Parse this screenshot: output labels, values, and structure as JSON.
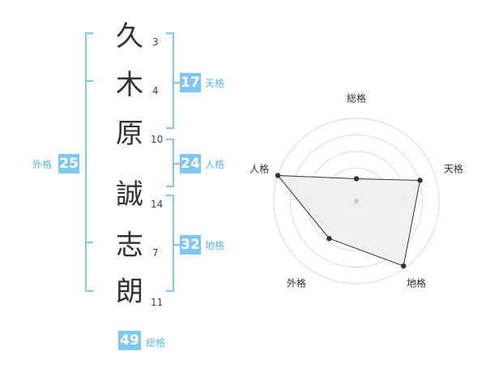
{
  "name": {
    "chars": [
      {
        "char": "久",
        "strokes": "3"
      },
      {
        "char": "木",
        "strokes": "4"
      },
      {
        "char": "原",
        "strokes": "10"
      },
      {
        "char": "誠",
        "strokes": "14"
      },
      {
        "char": "志",
        "strokes": "7"
      },
      {
        "char": "朗",
        "strokes": "11"
      }
    ]
  },
  "fortune": {
    "tenkaku": {
      "value": "17",
      "label": "天格"
    },
    "jinkaku": {
      "value": "24",
      "label": "人格"
    },
    "chikaku": {
      "value": "32",
      "label": "地格"
    },
    "gaikaku": {
      "value": "25",
      "label": "外格"
    },
    "soukaku": {
      "value": "49",
      "label": "総格"
    }
  },
  "colors": {
    "accent": "#7cc8f2",
    "radar_fill": "#eeeeee",
    "radar_stroke": "#333333"
  },
  "chart_data": {
    "type": "radar",
    "axes": [
      "総格",
      "天格",
      "地格",
      "外格",
      "人格"
    ],
    "values": [
      0.27,
      0.81,
      0.97,
      0.56,
      1.0
    ],
    "max": 1
  }
}
